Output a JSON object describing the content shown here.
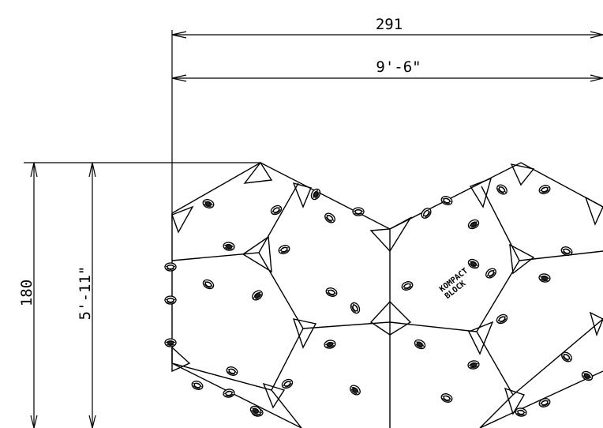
{
  "dimensions": {
    "width_cm": "291",
    "width_ft": "9'-6\"",
    "height_cm": "180",
    "height_ft": "5'-11\""
  },
  "logo": {
    "line1": "KOMPACT",
    "line2": "BLOCK"
  }
}
